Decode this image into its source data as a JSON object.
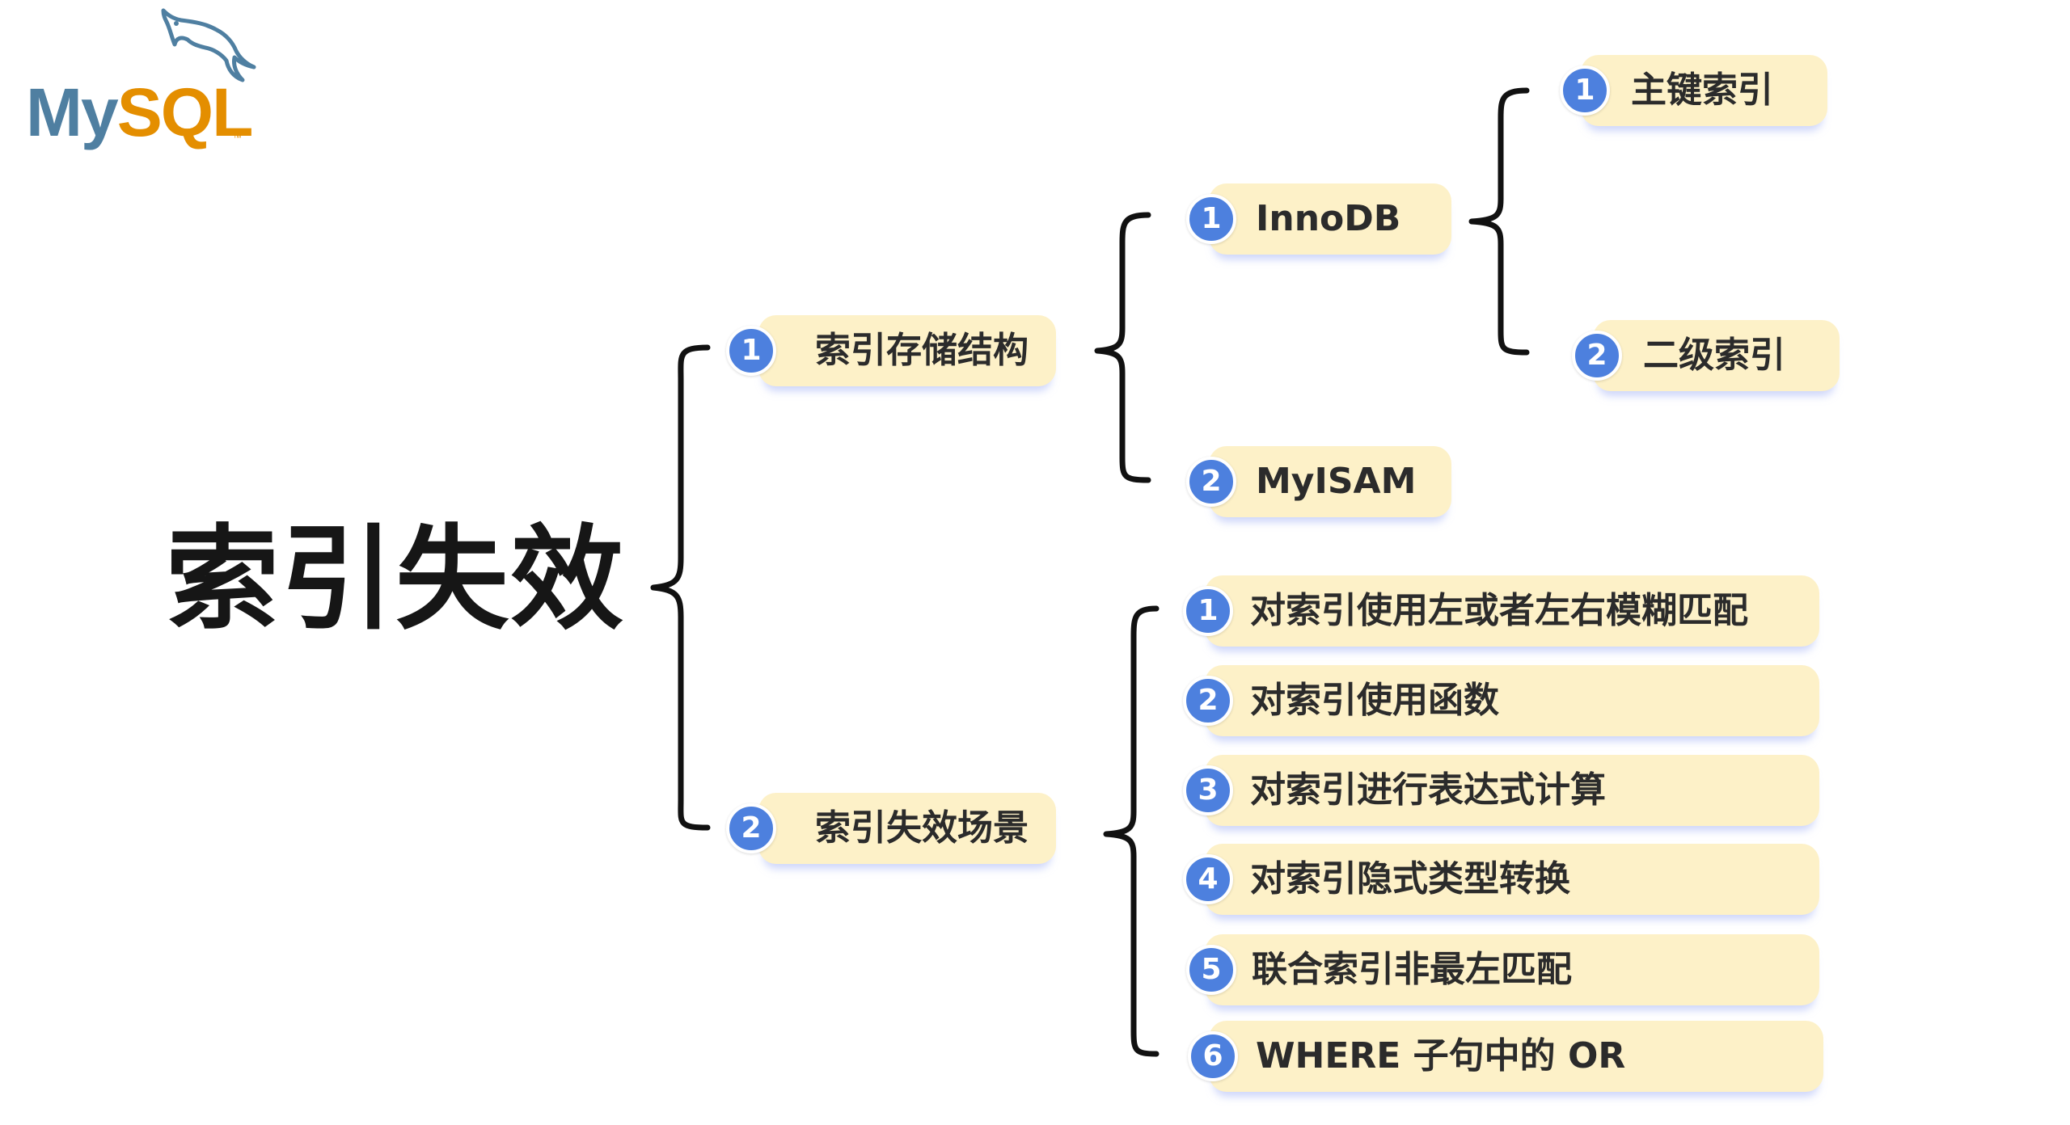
{
  "logo": {
    "text_my": "My",
    "text_sql": "SQL",
    "tm": "™"
  },
  "root": {
    "label": "索引失效"
  },
  "level1": [
    {
      "num": "1",
      "label": "索引存储结构",
      "children": [
        {
          "num": "1",
          "label": "InnoDB",
          "children": [
            {
              "num": "1",
              "label": "主键索引"
            },
            {
              "num": "2",
              "label": "二级索引"
            }
          ]
        },
        {
          "num": "2",
          "label": "MyISAM"
        }
      ]
    },
    {
      "num": "2",
      "label": "索引失效场景",
      "children": [
        {
          "num": "1",
          "label": "对索引使用左或者左右模糊匹配"
        },
        {
          "num": "2",
          "label": "对索引使用函数"
        },
        {
          "num": "3",
          "label": "对索引进行表达式计算"
        },
        {
          "num": "4",
          "label": "对索引隐式类型转换"
        },
        {
          "num": "5",
          "label": "联合索引非最左匹配"
        },
        {
          "num": "6",
          "label": "WHERE 子句中的 OR"
        }
      ]
    }
  ],
  "colors": {
    "node_fill": "#fdf1c8",
    "badge_fill": "#4d80de",
    "brace": "#111111",
    "logo_blue": "#4f7fa1",
    "logo_orange": "#e48e00"
  }
}
